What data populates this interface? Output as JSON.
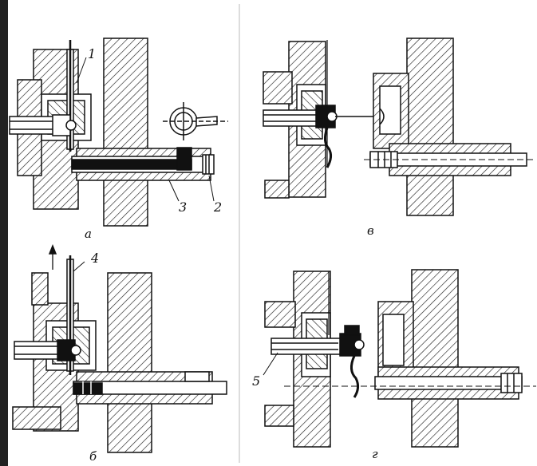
{
  "panels": [
    {
      "id": "a",
      "label": "а"
    },
    {
      "id": "b",
      "label": "б"
    },
    {
      "id": "v",
      "label": "в"
    },
    {
      "id": "g",
      "label": "г"
    }
  ],
  "callouts": {
    "c1": "1",
    "c2": "2",
    "c3": "3",
    "c4": "4",
    "c5": "5"
  },
  "colors": {
    "ink": "#111111",
    "paper": "#ffffff"
  }
}
